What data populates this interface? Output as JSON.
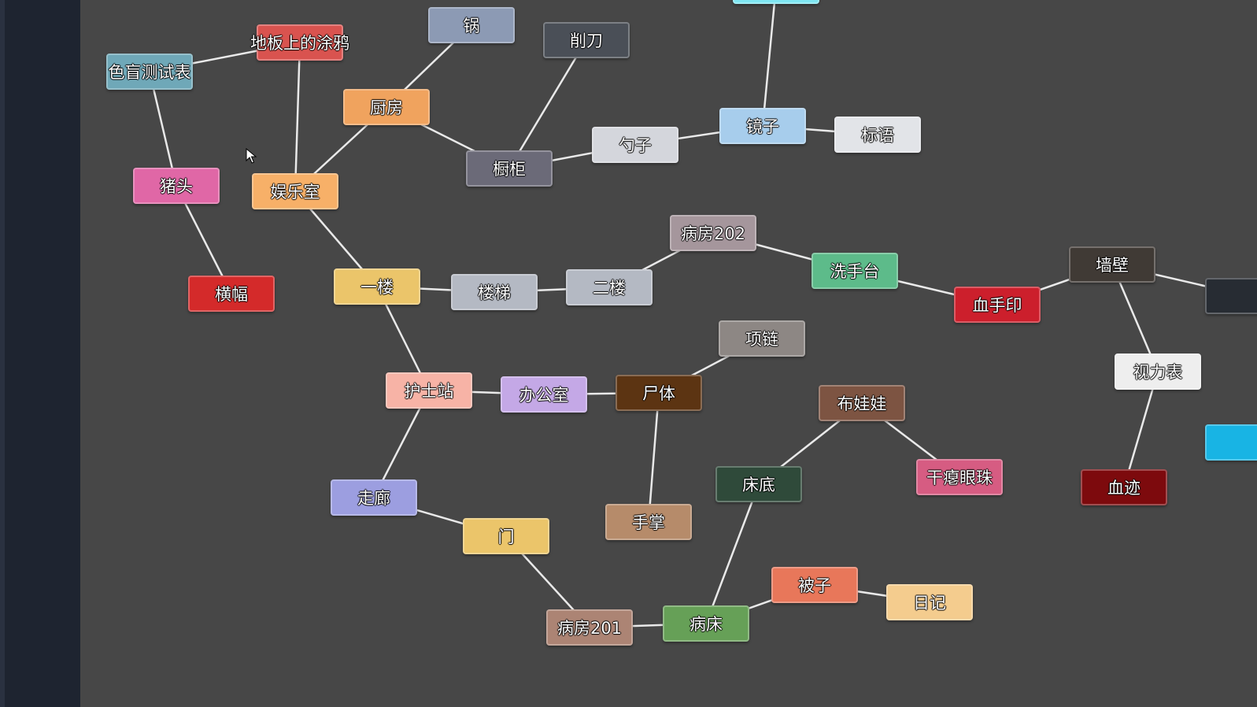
{
  "nodes": [
    {
      "id": "top-stub",
      "label": "",
      "color": "#7fe6f2"
    },
    {
      "id": "pot",
      "label": "锅",
      "color": "#8c9ab4"
    },
    {
      "id": "graffiti",
      "label": "地板上的涂鸦",
      "color": "#d9534f"
    },
    {
      "id": "colorblind-test",
      "label": "色盲测试表",
      "color": "#6fa8b8"
    },
    {
      "id": "knife",
      "label": "削刀",
      "color": "#4a4f57"
    },
    {
      "id": "kitchen",
      "label": "厨房",
      "color": "#f0a35e"
    },
    {
      "id": "mirror",
      "label": "镜子",
      "color": "#a7cdec"
    },
    {
      "id": "slogan",
      "label": "标语",
      "color": "#e2e4e8"
    },
    {
      "id": "spoon",
      "label": "勺子",
      "color": "#d4d6dc"
    },
    {
      "id": "cabinet",
      "label": "橱柜",
      "color": "#6b6a78"
    },
    {
      "id": "pig-head",
      "label": "猪头",
      "color": "#e067a6"
    },
    {
      "id": "rec-room",
      "label": "娱乐室",
      "color": "#f7b068"
    },
    {
      "id": "ward-202",
      "label": "病房202",
      "color": "#a5969c"
    },
    {
      "id": "sink",
      "label": "洗手台",
      "color": "#5dbb8a"
    },
    {
      "id": "wall",
      "label": "墙壁",
      "color": "#403a35"
    },
    {
      "id": "banner",
      "label": "横幅",
      "color": "#d42a2a"
    },
    {
      "id": "floor-1",
      "label": "一楼",
      "color": "#ebc56a"
    },
    {
      "id": "stairs",
      "label": "楼梯",
      "color": "#b4b9c3"
    },
    {
      "id": "floor-2",
      "label": "二楼",
      "color": "#b4b9c3"
    },
    {
      "id": "bloody-handprint",
      "label": "血手印",
      "color": "#cc1f2c"
    },
    {
      "id": "right-stub",
      "label": "",
      "color": "#272c33"
    },
    {
      "id": "necklace",
      "label": "项链",
      "color": "#8d8784"
    },
    {
      "id": "eye-chart",
      "label": "视力表",
      "color": "#eeeeee"
    },
    {
      "id": "nurse-station",
      "label": "护士站",
      "color": "#f7b3a6"
    },
    {
      "id": "office",
      "label": "办公室",
      "color": "#c4a8e6"
    },
    {
      "id": "corpse",
      "label": "尸体",
      "color": "#5c3412"
    },
    {
      "id": "doll",
      "label": "布娃娃",
      "color": "#7d5442"
    },
    {
      "id": "shriveled-eyeball",
      "label": "干瘪眼珠",
      "color": "#d65c82"
    },
    {
      "id": "right-stub-2",
      "label": "",
      "color": "#18b4e4"
    },
    {
      "id": "under-bed",
      "label": "床底",
      "color": "#2f4a3a"
    },
    {
      "id": "bloodstain",
      "label": "血迹",
      "color": "#7d0a0d"
    },
    {
      "id": "corridor",
      "label": "走廊",
      "color": "#9c9ee0"
    },
    {
      "id": "door",
      "label": "门",
      "color": "#ebc56a"
    },
    {
      "id": "palm",
      "label": "手掌",
      "color": "#b68b6a"
    },
    {
      "id": "quilt",
      "label": "被子",
      "color": "#e8775a"
    },
    {
      "id": "diary",
      "label": "日记",
      "color": "#f4cc8e"
    },
    {
      "id": "ward-201",
      "label": "病房201",
      "color": "#ac8474"
    },
    {
      "id": "hospital-bed",
      "label": "病床",
      "color": "#66a057"
    }
  ],
  "edges": [
    [
      "colorblind-test",
      "graffiti"
    ],
    [
      "colorblind-test",
      "pig-head"
    ],
    [
      "pig-head",
      "banner"
    ],
    [
      "graffiti",
      "rec-room"
    ],
    [
      "rec-room",
      "kitchen"
    ],
    [
      "kitchen",
      "pot"
    ],
    [
      "kitchen",
      "cabinet"
    ],
    [
      "cabinet",
      "knife"
    ],
    [
      "cabinet",
      "spoon"
    ],
    [
      "spoon",
      "mirror"
    ],
    [
      "mirror",
      "slogan"
    ],
    [
      "mirror",
      "top-stub"
    ],
    [
      "rec-room",
      "floor-1"
    ],
    [
      "floor-1",
      "stairs"
    ],
    [
      "stairs",
      "floor-2"
    ],
    [
      "floor-2",
      "ward-202"
    ],
    [
      "ward-202",
      "sink"
    ],
    [
      "sink",
      "bloody-handprint"
    ],
    [
      "bloody-handprint",
      "wall"
    ],
    [
      "wall",
      "right-stub"
    ],
    [
      "wall",
      "eye-chart"
    ],
    [
      "eye-chart",
      "bloodstain"
    ],
    [
      "floor-1",
      "nurse-station"
    ],
    [
      "nurse-station",
      "office"
    ],
    [
      "office",
      "corpse"
    ],
    [
      "corpse",
      "necklace"
    ],
    [
      "corpse",
      "palm"
    ],
    [
      "nurse-station",
      "corridor"
    ],
    [
      "corridor",
      "door"
    ],
    [
      "door",
      "ward-201"
    ],
    [
      "ward-201",
      "hospital-bed"
    ],
    [
      "hospital-bed",
      "under-bed"
    ],
    [
      "under-bed",
      "doll"
    ],
    [
      "doll",
      "shriveled-eyeball"
    ],
    [
      "hospital-bed",
      "quilt"
    ],
    [
      "quilt",
      "diary"
    ]
  ]
}
